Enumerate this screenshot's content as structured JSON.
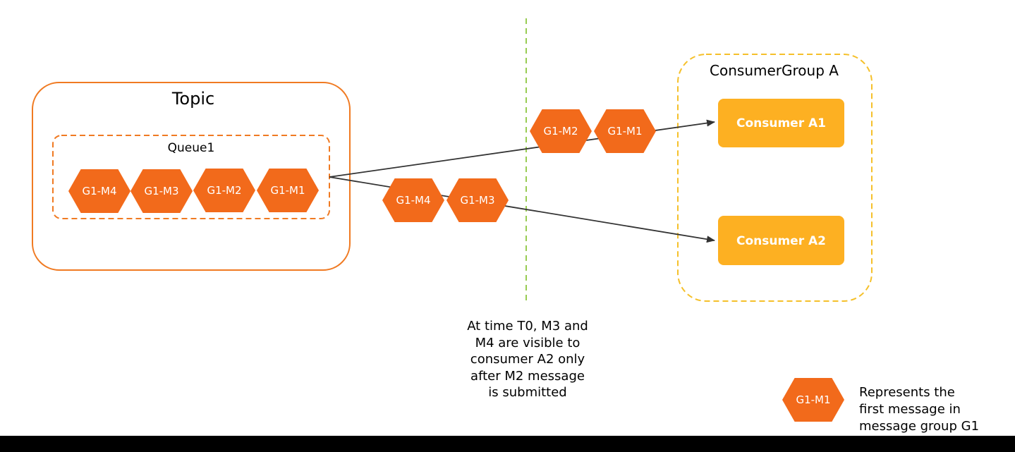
{
  "topic": {
    "title": "Topic",
    "queue": {
      "title": "Queue1",
      "messages": [
        "G1-M4",
        "G1-M3",
        "G1-M2",
        "G1-M1"
      ]
    }
  },
  "in_flight": {
    "to_a1": [
      "G1-M2",
      "G1-M1"
    ],
    "to_a2": [
      "G1-M4",
      "G1-M3"
    ]
  },
  "consumer_group": {
    "title": "ConsumerGroup A",
    "consumers": [
      "Consumer A1",
      "Consumer A2"
    ]
  },
  "note": {
    "lines": [
      "At time T0, M3 and",
      "M4 are visible to",
      "consumer A2 only",
      "after M2 message",
      "is submitted"
    ]
  },
  "legend": {
    "symbol": "G1-M1",
    "lines": [
      "Represents the",
      "first message in",
      "message group G1"
    ]
  },
  "colors": {
    "message": "#f26a1b",
    "topic_border": "#f07a22",
    "consumer": "#fdb022",
    "group_border": "#f5c02a",
    "timeline": "#8cc63f",
    "arrow": "#333333"
  }
}
